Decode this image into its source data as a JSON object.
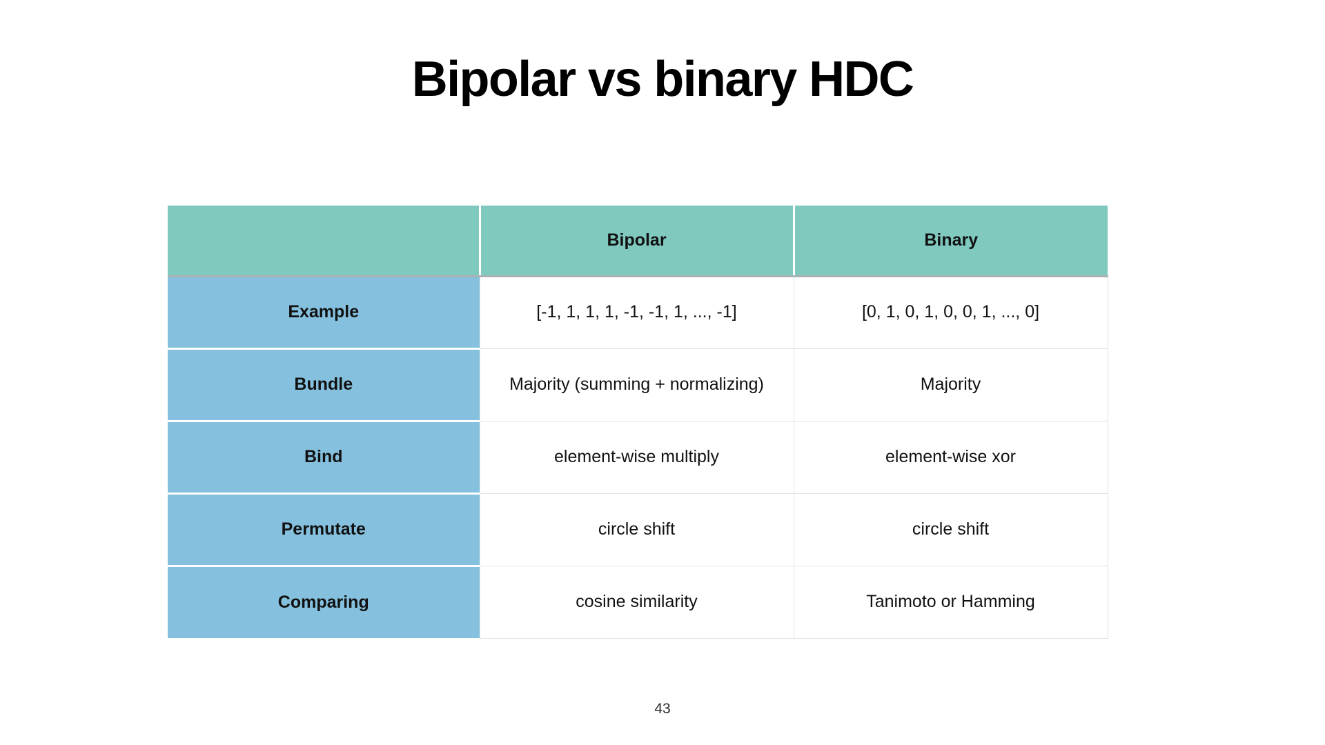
{
  "slide": {
    "title": "Bipolar vs binary HDC",
    "page_number": "43",
    "colors": {
      "header_fill": "#7fc9bf",
      "row_label_fill": "#85c1de",
      "cell_fill": "#ffffff",
      "grid_line": "#dfe2e3",
      "header_bottom_border": "#a9b2b3",
      "text": "#111111",
      "background": "#ffffff"
    }
  },
  "table": {
    "columns": [
      {
        "key": "operation",
        "label": ""
      },
      {
        "key": "bipolar",
        "label": "Bipolar"
      },
      {
        "key": "binary",
        "label": "Binary"
      }
    ],
    "rows": [
      {
        "label": "Example",
        "bipolar": "[-1, 1, 1, 1, -1, -1, 1, ..., -1]",
        "binary": "[0, 1, 0, 1, 0, 0, 1, ..., 0]"
      },
      {
        "label": "Bundle",
        "bipolar": "Majority (summing + normalizing)",
        "binary": "Majority"
      },
      {
        "label": "Bind",
        "bipolar": "element-wise multiply",
        "binary": "element-wise xor"
      },
      {
        "label": "Permutate",
        "bipolar": "circle shift",
        "binary": "circle shift"
      },
      {
        "label": "Comparing",
        "bipolar": "cosine similarity",
        "binary": "Tanimoto or Hamming"
      }
    ]
  }
}
